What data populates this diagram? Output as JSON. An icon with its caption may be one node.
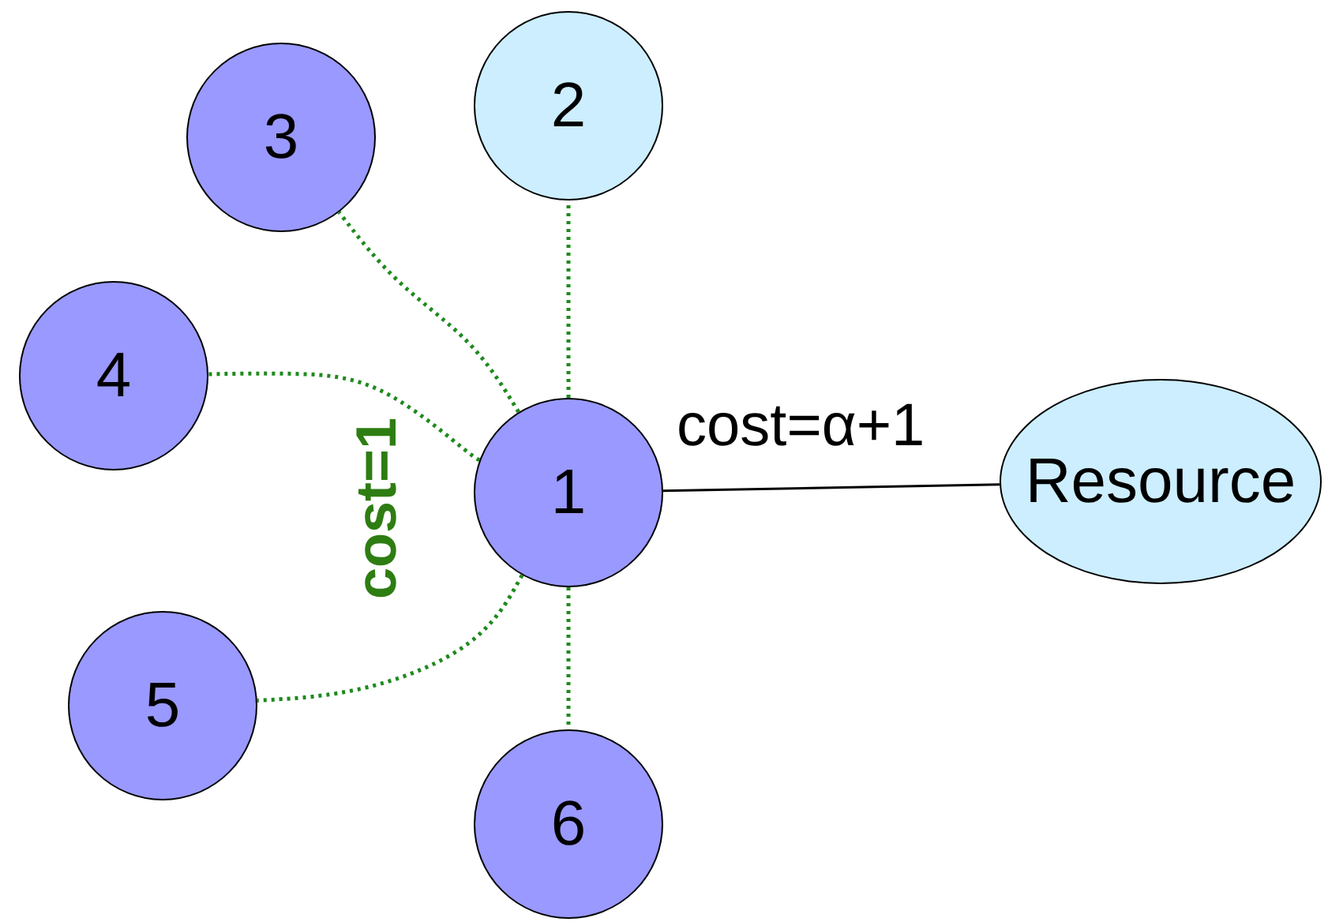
{
  "diagram": {
    "nodes": [
      {
        "text": [
          "2"
        ]
      },
      {
        "text": [
          "3"
        ]
      },
      {
        "text": [
          "4"
        ]
      },
      {
        "text": [
          "1"
        ]
      },
      {
        "text": [
          "Resource"
        ]
      },
      {
        "text": [
          "5"
        ]
      },
      {
        "text": [
          "6"
        ]
      }
    ],
    "edges": [
      {
        "from": 3,
        "to": 0,
        "arrow": "none",
        "style": "dashed"
      },
      {
        "from": 3,
        "to": 1,
        "arrow": "none",
        "style": "dashed"
      },
      {
        "from": 3,
        "to": 2,
        "arrow": "none",
        "style": "dashed"
      },
      {
        "from": 3,
        "to": 5,
        "arrow": "none",
        "style": "dashed"
      },
      {
        "from": 3,
        "to": 6,
        "arrow": "none",
        "style": "dashed"
      },
      {
        "from": 3,
        "to": 4,
        "arrow": "none",
        "label": "cost=α+1",
        "color": "#000000"
      }
    ],
    "labels": [
      "cost=1"
    ]
  }
}
